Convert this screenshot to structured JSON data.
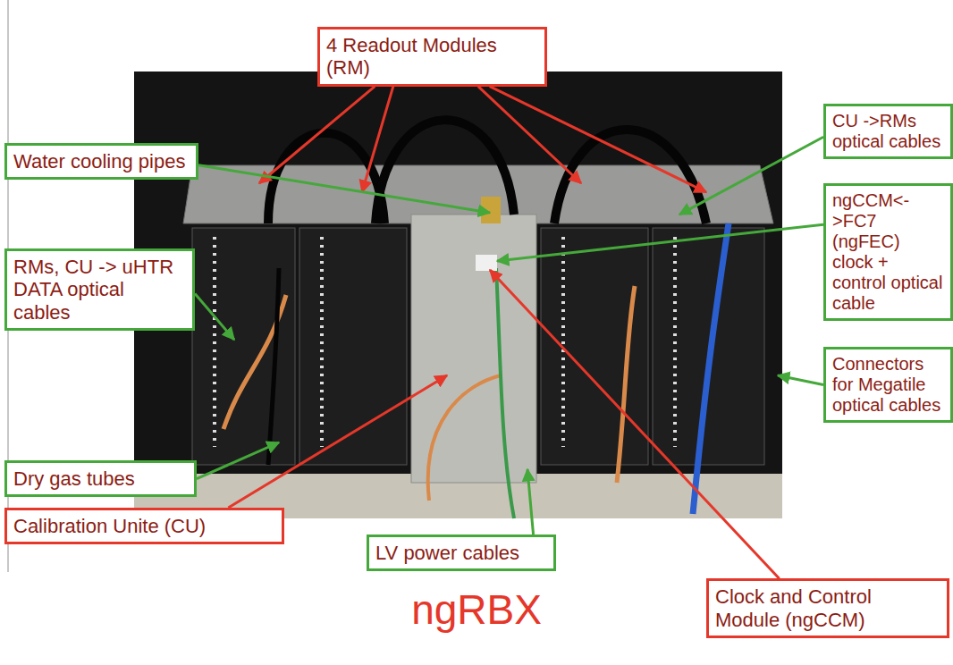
{
  "diagram": {
    "caption": "ngRBX",
    "nodes": [
      {
        "text": [
          "4 Readout Modules (RM)"
        ]
      },
      {
        "text": [
          "CU ->RMs optical cables"
        ]
      },
      {
        "text": [
          "Water cooling pipes"
        ]
      },
      {
        "text": [
          "ngCCM<->FC7 (ngFEC) clock + control optical cable"
        ]
      },
      {
        "text": [
          "RMs, CU -> uHTR DATA optical cables"
        ]
      },
      {
        "text": [
          "Connectors for Megatile optical cables"
        ]
      },
      {
        "text": [
          "Dry gas tubes"
        ]
      },
      {
        "text": [
          "Calibration Unite (CU)"
        ]
      },
      {
        "text": [
          "LV power cables"
        ]
      },
      {
        "text": [
          "Clock and Control Module (ngCCM)"
        ]
      }
    ]
  }
}
